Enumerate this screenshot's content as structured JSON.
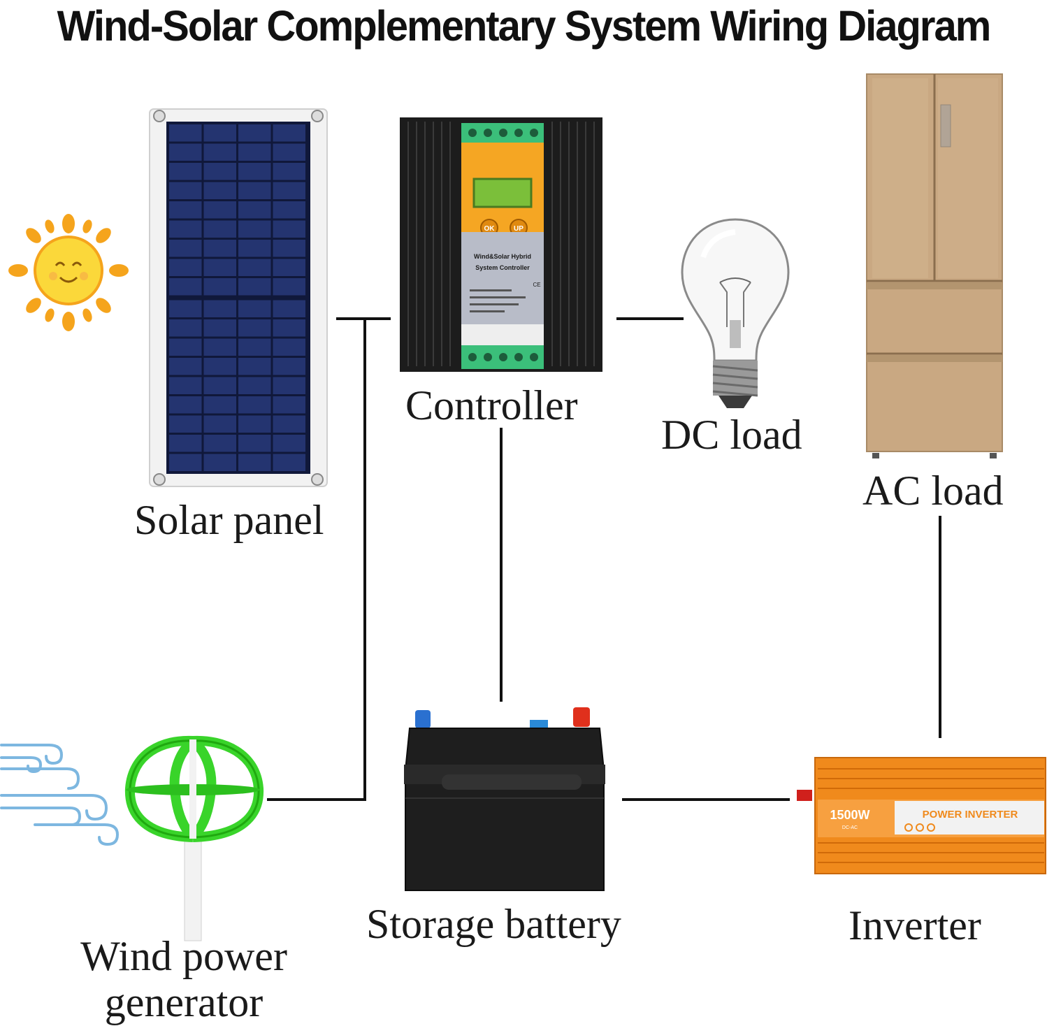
{
  "title": "Wind-Solar Complementary System Wiring Diagram",
  "labels": {
    "solar_panel": "Solar panel",
    "controller": "Controller",
    "dc_load": "DC load",
    "ac_load": "AC load",
    "wind_line1": "Wind power",
    "wind_line2": "generator",
    "battery": "Storage battery",
    "inverter": "Inverter"
  },
  "controller_device": {
    "ok_button": "OK",
    "up_button": "UP",
    "name_line1": "Wind&Solar Hybrid",
    "name_line2": "System Controller",
    "ce_mark": "CE"
  },
  "inverter_device": {
    "power": "1500W",
    "name": "POWER INVERTER",
    "sub": "DC-AC"
  },
  "colors": {
    "wire": "#111111",
    "controller_orange": "#f5a623",
    "controller_body": "#1c1c1c",
    "terminal_green": "#3bbf7a",
    "solar_cell": "#1e2a5a",
    "turbine_green": "#39d42a",
    "inverter_orange": "#f08a1c",
    "battery_body": "#1e1e1e",
    "fridge_gold": "#c9a882"
  }
}
